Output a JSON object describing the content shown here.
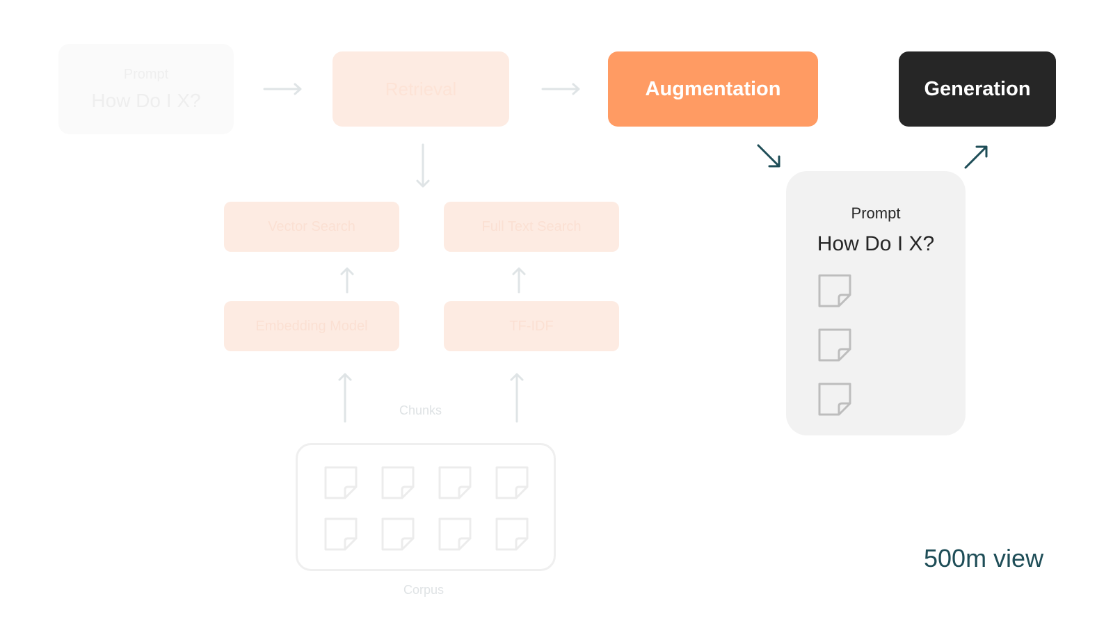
{
  "pipeline": {
    "prompt_box": {
      "title": "Prompt",
      "question": "How Do I X?"
    },
    "retrieval": {
      "label": "Retrieval"
    },
    "augmentation": {
      "label": "Augmentation"
    },
    "generation": {
      "label": "Generation"
    }
  },
  "retrieval_detail": {
    "vector_search": "Vector Search",
    "full_text_search": "Full Text Search",
    "embedding_model": "Embedding Model",
    "tf_idf": "TF-IDF",
    "chunks_label": "Chunks",
    "corpus_label": "Corpus",
    "corpus_doc_count": 8
  },
  "augmented_prompt": {
    "title": "Prompt",
    "question": "How Do I X?",
    "doc_count": 3
  },
  "view_label": "500m view",
  "colors": {
    "augmentation_bg": "#ff9b63",
    "generation_bg": "#262626",
    "arrow_teal": "#1e4d57",
    "faded_orange": "#fdebe2",
    "prompt_panel_bg": "#f2f2f2"
  }
}
